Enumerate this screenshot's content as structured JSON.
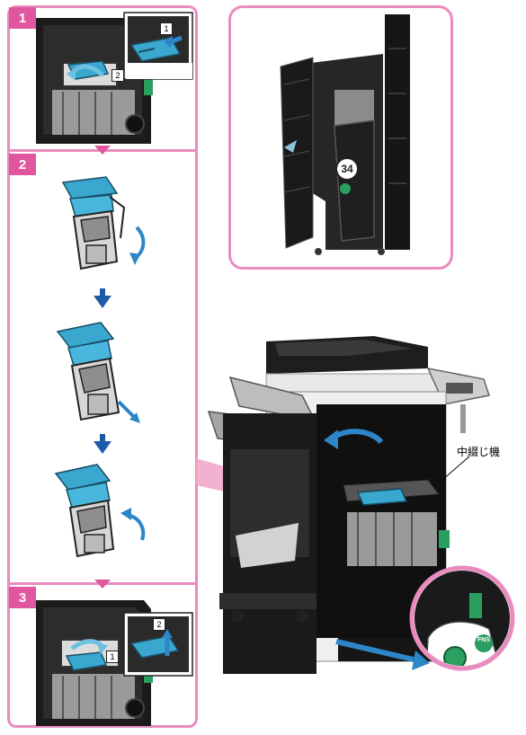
{
  "steps": [
    {
      "number": "1"
    },
    {
      "number": "2"
    },
    {
      "number": "3"
    }
  ],
  "step1": {
    "callout_1": "1",
    "callout_2": "2"
  },
  "step3": {
    "callout_1": "1",
    "callout_2": "2"
  },
  "overview": {
    "unit_label": "中綴じ機",
    "part_number": "34",
    "tag_text": "FNS"
  },
  "colors": {
    "frame_pink": "#e98bbf",
    "badge_pink": "#e0569f",
    "part_blue": "#3aa7cf",
    "arrow_blue": "#1d5aa8",
    "lever_green": "#2aa060"
  }
}
